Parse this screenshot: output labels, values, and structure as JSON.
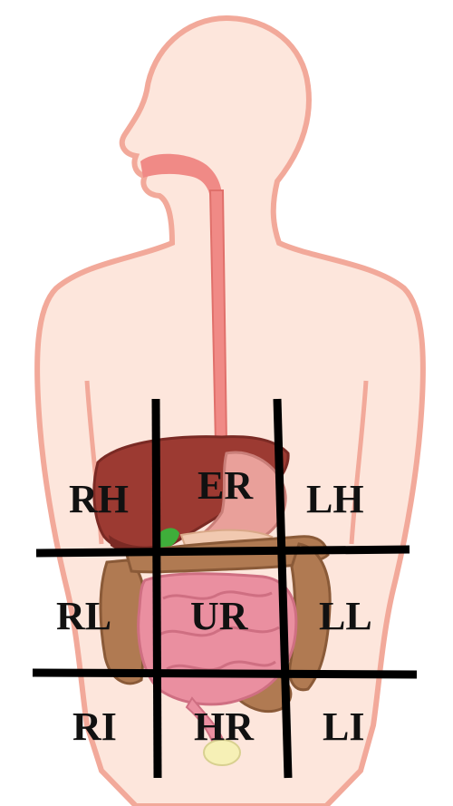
{
  "regions": {
    "rh": "RH",
    "er": "ER",
    "lh": "LH",
    "rl": "RL",
    "ur": "UR",
    "ll": "LL",
    "ri": "RI",
    "hr": "HR",
    "li": "LI"
  },
  "colors": {
    "skin_fill": "#fde6dc",
    "skin_outline": "#f2a99a",
    "esophagus": "#f08a86",
    "liver": "#9c3a32",
    "liver_shadow": "#7a2a24",
    "stomach": "#e9a09a",
    "gallbladder": "#3fae3a",
    "large_intestine": "#b07a52",
    "small_intestine": "#ea8fa0",
    "bladder": "#f6f0b6",
    "grid_lines": "#000000"
  }
}
